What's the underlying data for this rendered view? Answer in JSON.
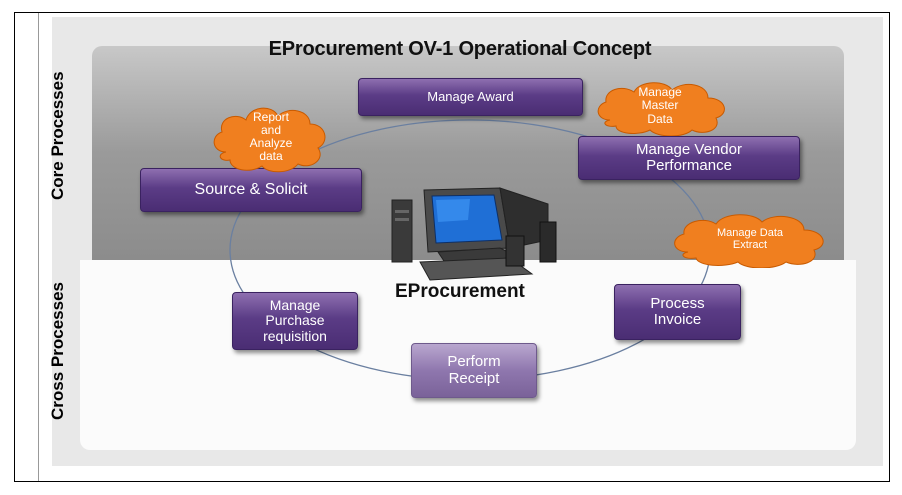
{
  "title": "EProcurement OV-1 Operational Concept",
  "lanes": {
    "core": "Core Processes",
    "cross": "Cross Processes"
  },
  "center_label": "EProcurement",
  "processes": {
    "manage_award": "Manage Award",
    "source_solicit": "Source & Solicit",
    "manage_vendor_performance": [
      "Manage Vendor",
      "Performance"
    ],
    "process_invoice": [
      "Process",
      "Invoice"
    ],
    "perform_receipt": [
      "Perform",
      "Receipt"
    ],
    "manage_purchase_requisition": [
      "Manage",
      "Purchase",
      "requisition"
    ]
  },
  "clouds": {
    "report_analyze": [
      "Report",
      "and",
      "Analyze",
      "data"
    ],
    "manage_master_data": [
      "Manage",
      "Master",
      "Data"
    ],
    "manage_data_extract": [
      "Manage Data",
      "Extract"
    ]
  },
  "colors": {
    "process": "#5b3c86",
    "process_light": "#8f77ae",
    "cloud": "#f07f1f"
  },
  "icons": [
    "computer-icon"
  ]
}
